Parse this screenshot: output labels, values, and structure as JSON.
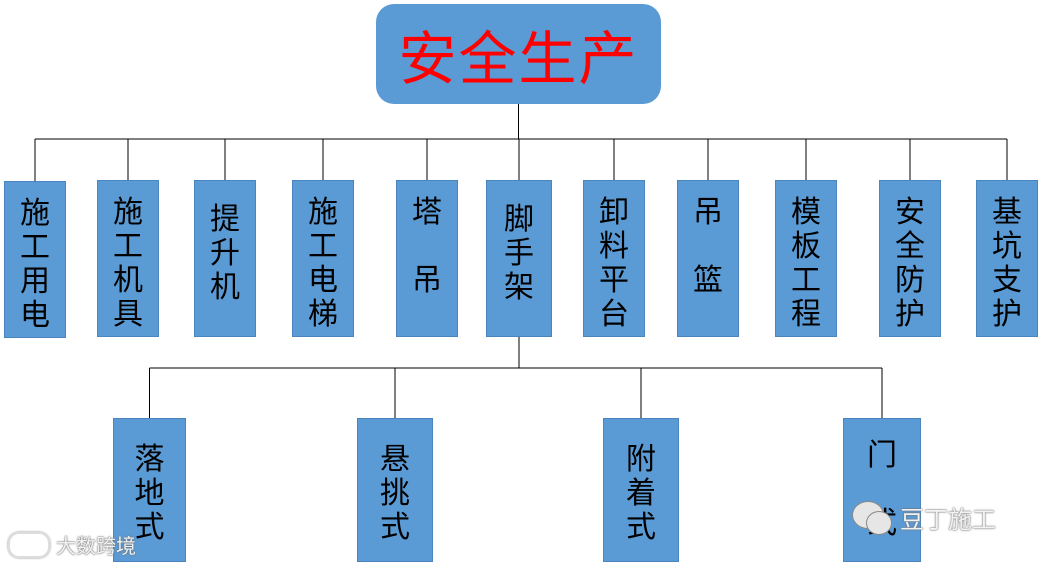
{
  "diagram": {
    "root": {
      "label": "安全生产",
      "color": "#ff0000"
    },
    "categories": [
      {
        "id": "c1",
        "label": "施工用电"
      },
      {
        "id": "c2",
        "label": "施工机具"
      },
      {
        "id": "c3",
        "label": "提升机"
      },
      {
        "id": "c4",
        "label": "施工电梯"
      },
      {
        "id": "c5",
        "label": "塔 吊"
      },
      {
        "id": "c6",
        "label": "脚手架"
      },
      {
        "id": "c7",
        "label": "卸料平台"
      },
      {
        "id": "c8",
        "label": "吊 篮"
      },
      {
        "id": "c9",
        "label": "模板工程"
      },
      {
        "id": "c10",
        "label": "安全防护"
      },
      {
        "id": "c11",
        "label": "基坑支护"
      }
    ],
    "scaffold_types": [
      {
        "id": "s1",
        "label": "落地式"
      },
      {
        "id": "s2",
        "label": "悬挑式"
      },
      {
        "id": "s3",
        "label": "附着式"
      },
      {
        "id": "s4",
        "label": "门 式"
      }
    ],
    "box_color": "#5b9bd5",
    "line_color": "#000000"
  },
  "watermarks": {
    "left": "大数跨境",
    "right": "豆丁施工"
  }
}
